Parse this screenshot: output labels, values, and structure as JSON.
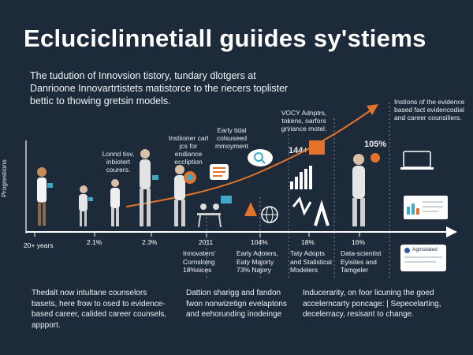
{
  "title": "Eclucicl​innetiall guiides sy'stiems",
  "intro": "The tudution of Innovsion tistory, tundary dlotgers at Danrioone Innovartrtistets matistorce to the riecers toplister bettic to thowing gretsin models.",
  "axis": {
    "y_label": "Progrestions",
    "x_start_label": "20+ years"
  },
  "annotations": {
    "a1": "Lonnd tisv, inbiotert courers.",
    "a2": "Instiioner carl jcs for endiance eccliption",
    "a3": "Early tidal colsuseed mmoyment",
    "a4": "VOCY Adnptrs, tokens, oarfors grviance motel.",
    "a5": "Instions of the evidence based fact evidencodial and career counsiliers.",
    "num1": "144+",
    "num2": "105%"
  },
  "stages": [
    {
      "pct": "2.1%",
      "label": ""
    },
    {
      "pct": "2.3%",
      "label": ""
    },
    {
      "pct": "2011",
      "label": "Innovaters' Cornsloing 18%sices"
    },
    {
      "pct": "104%",
      "label": "Early Adoters, Eaty Majorty 73% Najory"
    },
    {
      "pct": "18%",
      "label": "Taty Adopts and Statistical Modelers"
    },
    {
      "pct": "16%",
      "label": "Data-scientist Eyisites and Tamgeler"
    }
  ],
  "badge": "Agirisliated",
  "bottom": {
    "col1": "Thedalt now intultane counselors basets, here frow to osed to evidence-based career, calided career counsels, appport.",
    "col2": "Dattion sharigg and fandon fwon nonwizetign evelaptons and eehorunding inodeinge",
    "col3": "Inducerarity, on foor licuning the goed accelerncarty poncage: | Sepecelarting, decelerracy, resisant to change."
  },
  "colors": {
    "background": "#1d2a3a",
    "accent": "#e3722a",
    "axis": "#ffffff",
    "teal": "#3ea8c6"
  }
}
